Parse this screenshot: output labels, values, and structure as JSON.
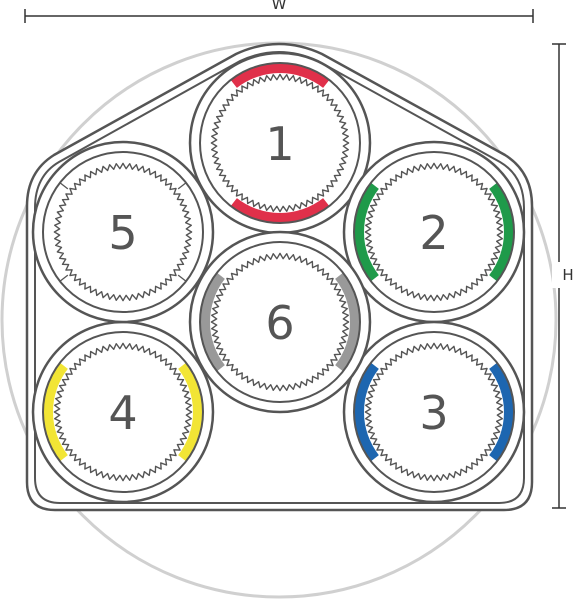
{
  "dimensions": {
    "width_label": "W",
    "height_label": "H"
  },
  "cells": [
    {
      "label": "1",
      "color": "#e0304a"
    },
    {
      "label": "2",
      "color": "#1f9a4a"
    },
    {
      "label": "3",
      "color": "#1d66b0"
    },
    {
      "label": "4",
      "color": "#f2e535"
    },
    {
      "label": "5",
      "color": ""
    },
    {
      "label": "6",
      "color": "#999999"
    }
  ],
  "colors": {
    "outline": "#555555",
    "outer_circle": "#d0d0d0",
    "dimension_line": "#333333"
  }
}
